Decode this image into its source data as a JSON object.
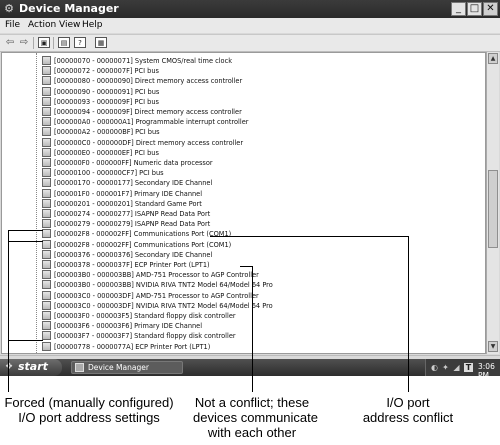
{
  "window": {
    "title": "Device Manager",
    "buttons": {
      "minimize": "_",
      "maximize": "□",
      "close": "✕"
    }
  },
  "menu": [
    "File",
    "Action",
    "View",
    "Help"
  ],
  "toolbar": {
    "icons": [
      "back-arrow-icon",
      "forward-arrow-icon",
      "properties-icon",
      "print-icon",
      "help-icon",
      "scan-icon"
    ]
  },
  "devices": [
    "[00000070 - 00000071]  System CMOS/real time clock",
    "[00000072 - 0000007F]  PCI bus",
    "[00000080 - 00000090]  Direct memory access controller",
    "[00000090 - 00000091]  PCI bus",
    "[00000093 - 0000009F]  PCI bus",
    "[00000094 - 0000009F]  Direct memory access controller",
    "[000000A0 - 000000A1]  Programmable interrupt controller",
    "[000000A2 - 000000BF]  PCI bus",
    "[000000C0 - 000000DF]  Direct memory access controller",
    "[000000E0 - 000000EF]  PCI bus",
    "[000000F0 - 000000FF]  Numeric data processor",
    "[00000100 - 000000CF7]  PCI bus",
    "[00000170 - 00000177]  Secondary IDE Channel",
    "[000001F0 - 000001F7]  Primary IDE Channel",
    "[00000201 - 00000201]  Standard Game Port",
    "[00000274 - 00000277]  ISAPNP Read Data Port",
    "[00000279 - 00000279]  ISAPNP Read Data Port",
    "[000002F8 - 000002FF]  Communications Port (COM1)",
    "[000002F8 - 000002FF]  Communications Port (COM1)",
    "[00000376 - 00000376]  Secondary IDE Channel",
    "[00000378 - 0000037F]  ECP Printer Port (LPT1)",
    "[000003B0 - 000003BB]  AMD-751 Processor to AGP Controller",
    "[000003B0 - 000003BB]  NVIDIA RIVA TNT2 Model 64/Model 64 Pro",
    "[000003C0 - 000003DF]  AMD-751 Processor to AGP Controller",
    "[000003C0 - 000003DF]  NVIDIA RIVA TNT2 Model 64/Model 64 Pro",
    "[000003F0 - 000003F5]  Standard floppy disk controller",
    "[000003F6 - 000003F6]  Primary IDE Channel",
    "[000003F7 - 000003F7]  Standard floppy disk controller",
    "[00000778 - 0000077A]  ECP Printer Port (LPT1)"
  ],
  "taskbar": {
    "start": "start",
    "task": "Device Manager",
    "tray_letter": "T",
    "clock": "3:06 PM"
  },
  "annotations": {
    "forced": "Forced (manually configured)\nI/O port address settings",
    "not_conflict": "Not a conflict; these\ndevices communicate\nwith each other",
    "conflict": "I/O port\naddress conflict"
  }
}
